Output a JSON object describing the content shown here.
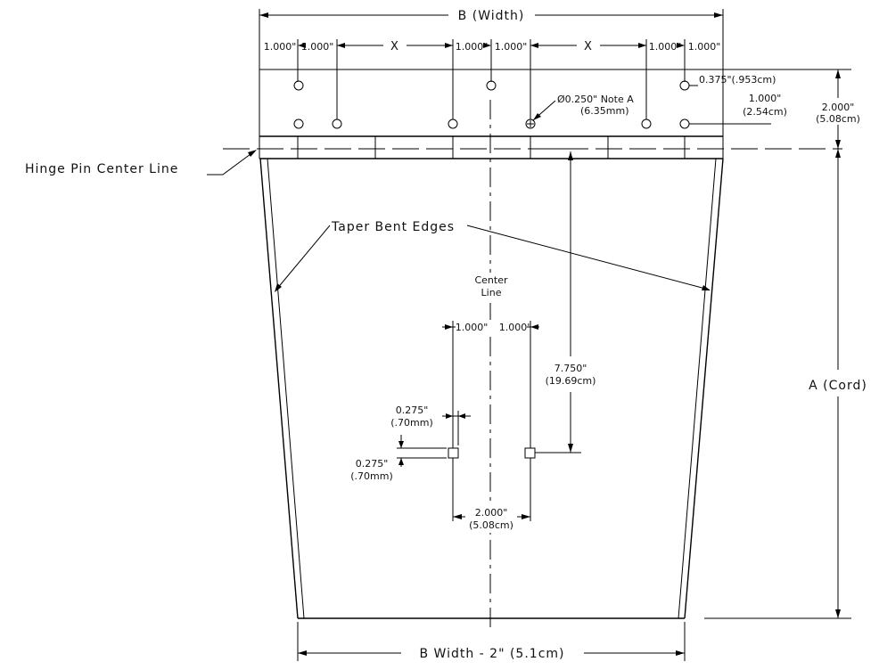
{
  "dimensions": {
    "width_top": "B (Width)",
    "hole_pitch": "1.000\"",
    "hole_pitch_tight": "1.000\"",
    "variable_spacing": "X",
    "edge_offset_in": "0.375\"(.953cm)",
    "row_offset_in": "1.000\"",
    "row_offset_cm": "(2.54cm)",
    "plate_height_in": "2.000\"",
    "plate_height_cm": "(5.08cm)",
    "hole_diameter": "Ø0.250\" Note A",
    "hole_diameter_mm": "(6.35mm)",
    "cord": "A (Cord)",
    "center_to_slot_in": "7.750\"",
    "center_to_slot_cm": "(19.69cm)",
    "slot_offset": "1.000\"",
    "slot_spacing_in": "2.000\"",
    "slot_spacing_cm": "(5.08cm)",
    "slot_size_in": "0.275\"",
    "slot_size_mm": "(.70mm)",
    "width_bottom": "B Width - 2\" (5.1cm)"
  },
  "labels": {
    "hinge_pin": "Hinge Pin Center Line",
    "taper_edges": "Taper Bent Edges",
    "center_line_1": "Center",
    "center_line_2": "Line"
  }
}
